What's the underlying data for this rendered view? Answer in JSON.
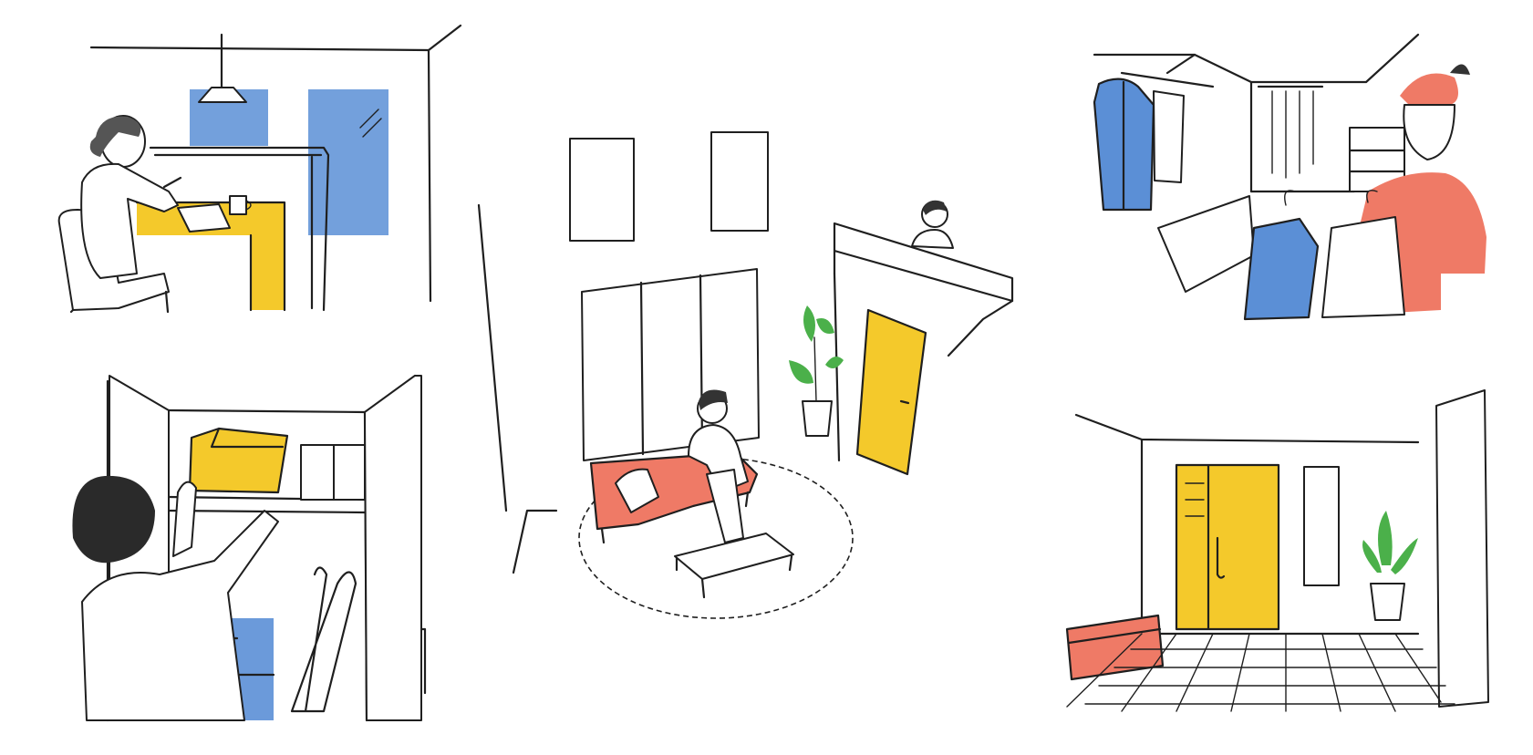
{
  "colors": {
    "ink": "#1f1f1f",
    "background": "#ffffff",
    "blue": "#5b8fd6",
    "blue_light": "#8fb4e6",
    "yellow": "#f4c92b",
    "coral": "#ef7a66",
    "green": "#4bb04a"
  },
  "scenes": [
    {
      "name": "study-nook",
      "desc": "person-writing-at-desk"
    },
    {
      "name": "storage-closet",
      "desc": "person-storing-box"
    },
    {
      "name": "living-room",
      "desc": "person-reading-on-sofa"
    },
    {
      "name": "walk-in-closet",
      "desc": "person-choosing-clothes"
    },
    {
      "name": "entrance-hall",
      "desc": "front-door-with-plant-and-trunk"
    }
  ]
}
